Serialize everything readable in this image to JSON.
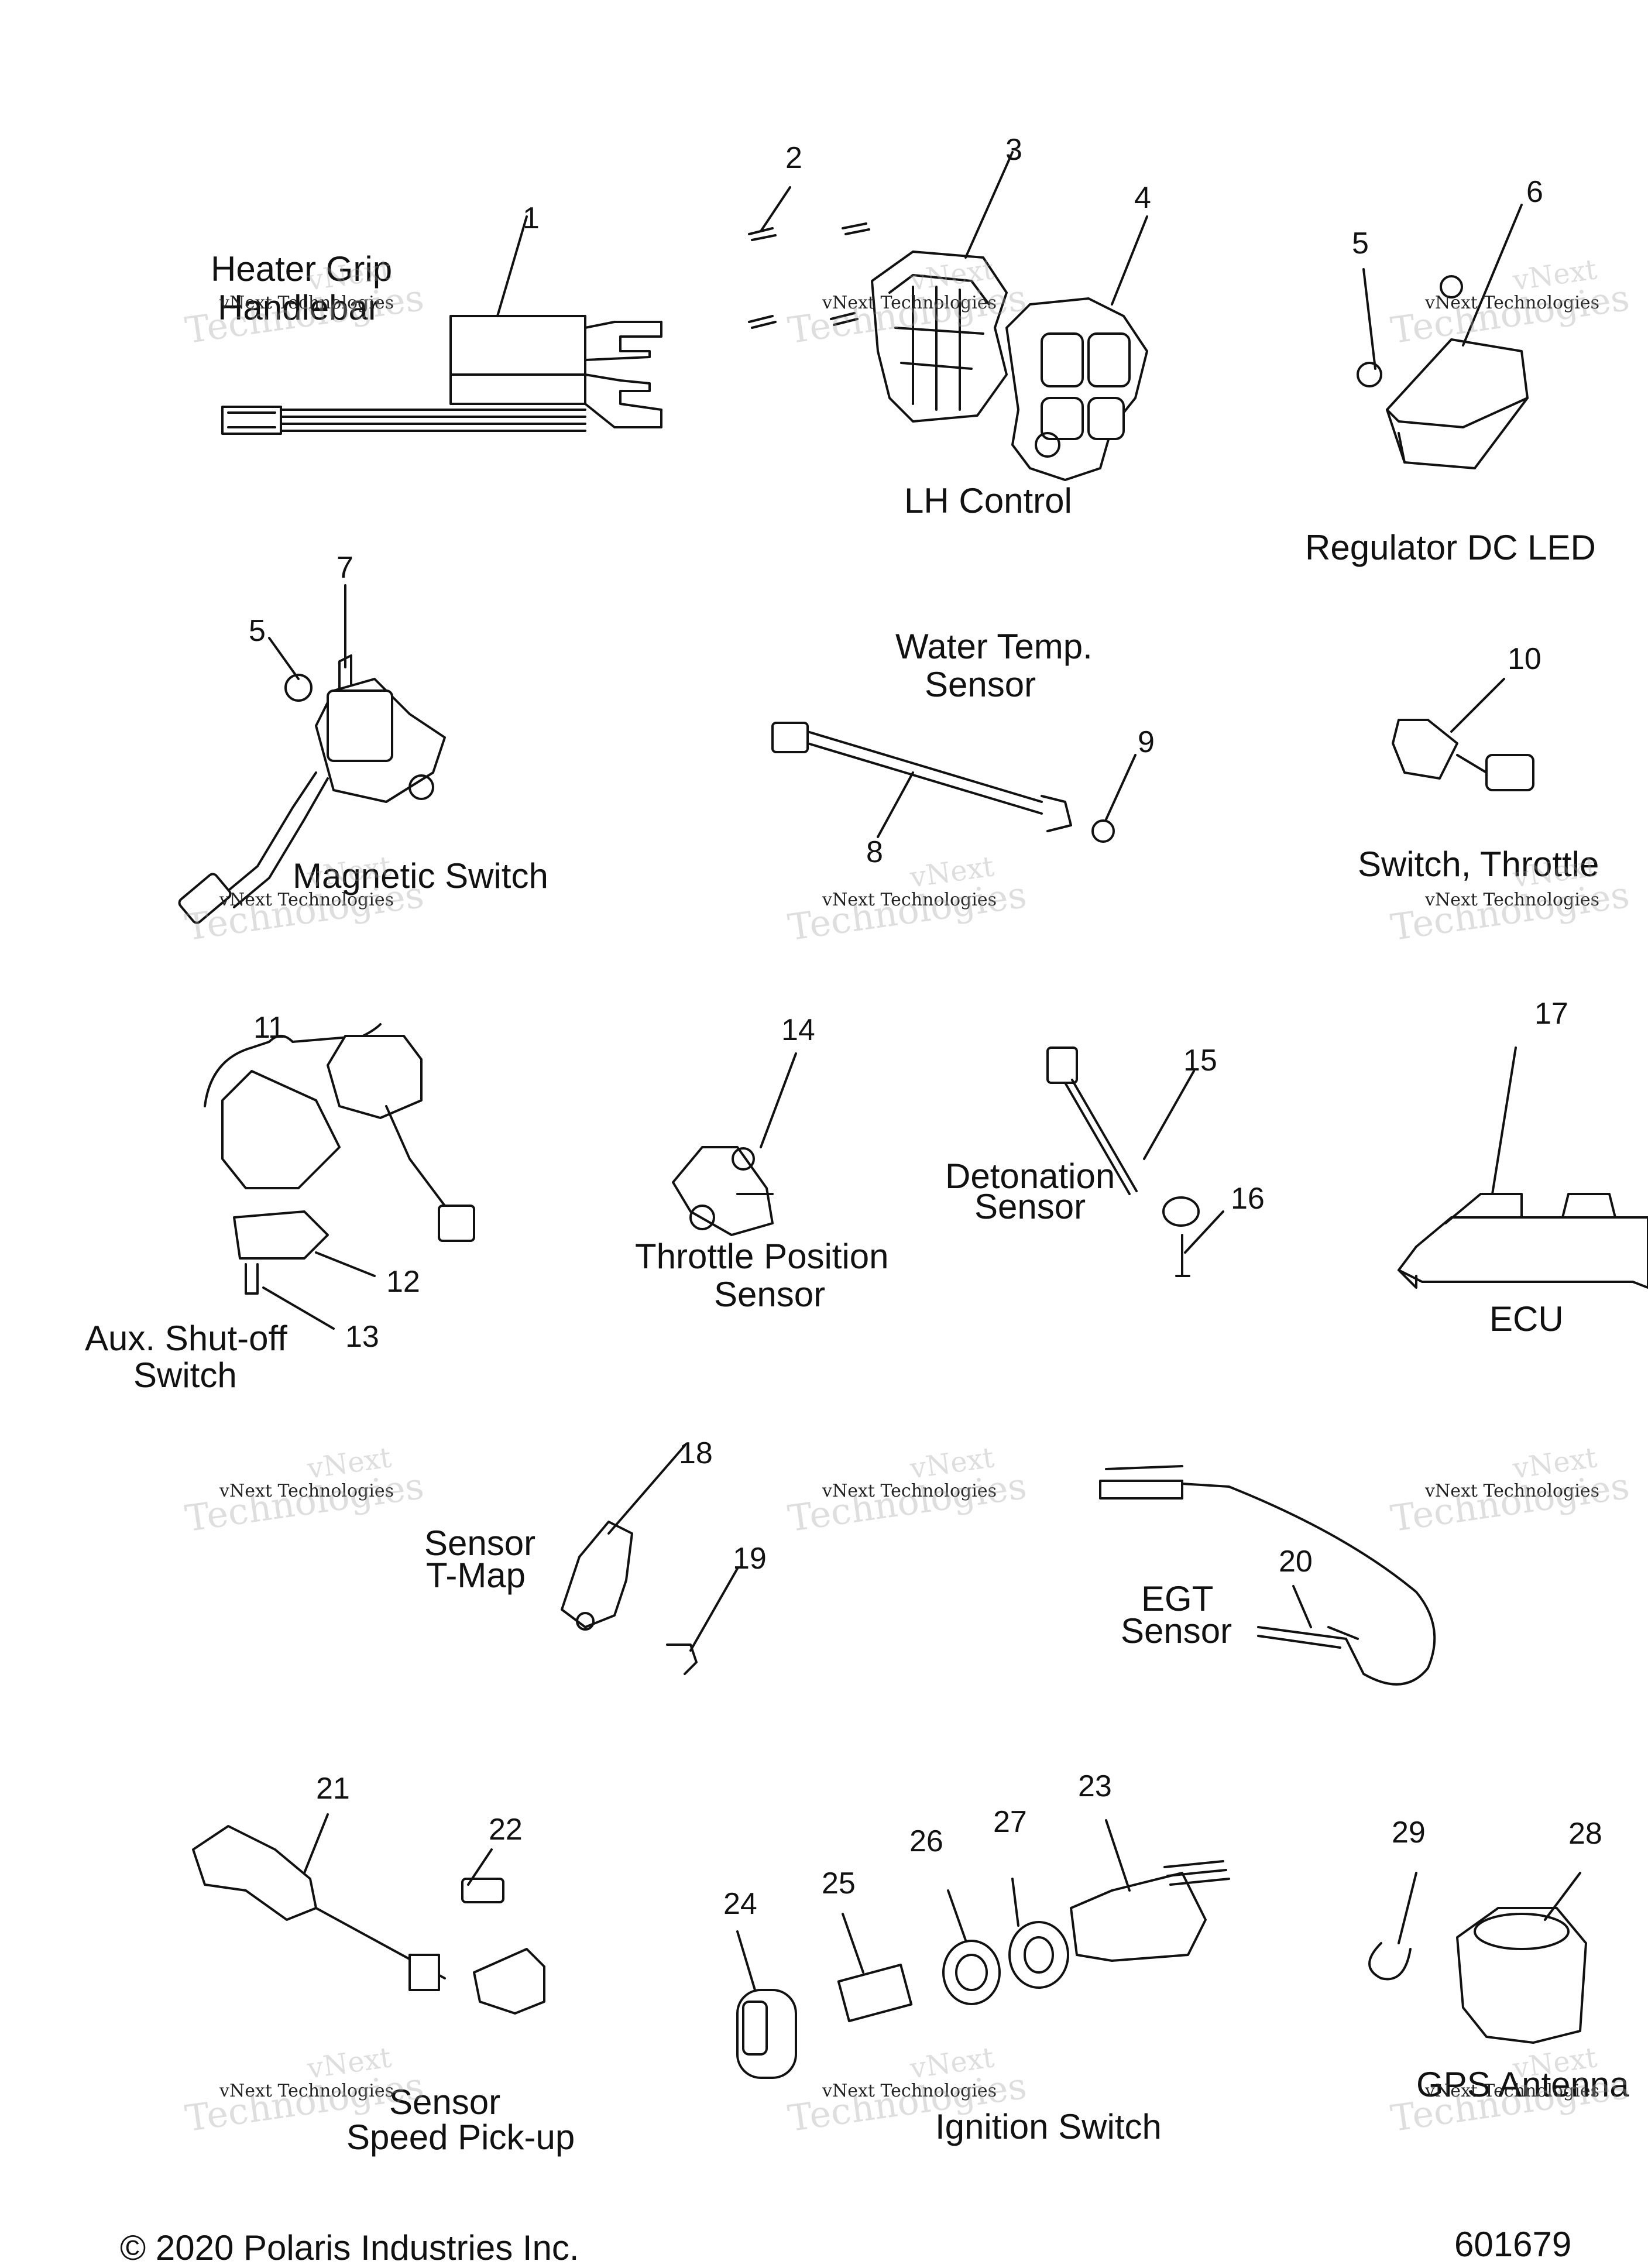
{
  "labels": {
    "heater_grip": "Heater Grip",
    "handlebar": "Handlebar",
    "lh_control": "LH Control",
    "regulator": "Regulator DC LED",
    "water_temp_1": "Water Temp.",
    "water_temp_2": "Sensor",
    "magnetic_switch": "Magnetic Switch",
    "switch_throttle": "Switch, Throttle",
    "aux_shutoff_1": "Aux. Shut-off",
    "aux_shutoff_2": "Switch",
    "tps_1": "Throttle Position",
    "tps_2": "Sensor",
    "detonation_1": "Detonation",
    "detonation_2": "Sensor",
    "ecu": "ECU",
    "tmap_1": "Sensor",
    "tmap_2": "T-Map",
    "egt_1": "EGT",
    "egt_2": "Sensor",
    "speed_1": "Sensor",
    "speed_2": "Speed Pick-up",
    "ignition": "Ignition Switch",
    "gps": "GPS Antenna"
  },
  "callouts": [
    "1",
    "2",
    "3",
    "4",
    "5",
    "6",
    "5",
    "7",
    "8",
    "9",
    "10",
    "11",
    "12",
    "13",
    "14",
    "15",
    "16",
    "17",
    "18",
    "19",
    "20",
    "21",
    "22",
    "23",
    "24",
    "25",
    "26",
    "27",
    "28",
    "29"
  ],
  "watermark": {
    "top": "vNext",
    "line1": "vNext Technologies",
    "line2": "Technologies"
  },
  "footer": {
    "copyright": "© 2020 Polaris Industries Inc.",
    "figure_number": "601679"
  }
}
